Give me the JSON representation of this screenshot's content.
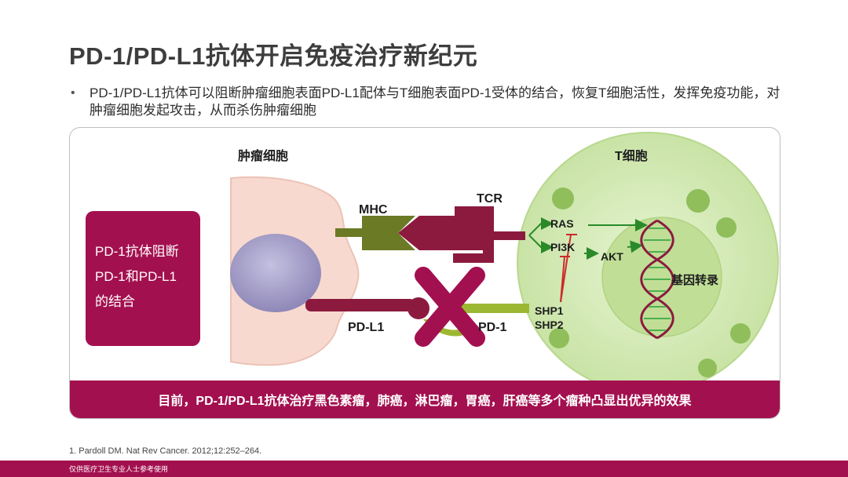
{
  "title": "PD-1/PD-L1抗体开启免疫治疗新纪元",
  "bullet": {
    "symbol": "•",
    "text": "PD-1/PD-L1抗体可以阻断肿瘤细胞表面PD-L1配体与T细胞表面PD-1受体的结合，恢复T细胞活性，发挥免疫功能，对肿瘤细胞发起攻击，从而杀伤肿瘤细胞"
  },
  "diagram": {
    "labels": {
      "tumor_cell": "肿瘤细胞",
      "t_cell": "T细胞",
      "mhc": "MHC",
      "tcr": "TCR",
      "pd_l1": "PD-L1",
      "pd_1": "PD-1",
      "ras": "RAS",
      "pi3k": "PI3K",
      "akt": "AKT",
      "shp1": "SHP1",
      "shp2": "SHP2",
      "gene_transcription": "基因转录"
    },
    "callout_lines": [
      "PD-1抗体阻断",
      "PD-1和PD-L1",
      "的结合"
    ],
    "banner": "目前，PD-1/PD-L1抗体治疗黑色素瘤，肺癌，淋巴瘤，胃癌，肝癌等多个瘤种凸显出优异的效果",
    "colors": {
      "brand": "#a3104f",
      "tumor_cell": "#f7d9cf",
      "nucleus": "#9e97c2",
      "mhc": "#6b7a25",
      "tcr": "#8c1a3e",
      "pd_1": "#9cb833",
      "t_cell": "#d4ebb6",
      "t_cell_nucleus": "#c0de96",
      "activation_arrow": "#2a8a2a",
      "inhibition": "#cc2a2a"
    }
  },
  "footnote": "1.    Pardoll DM.  Nat Rev Cancer. 2012;12:252–264.",
  "footer": "仅供医疗卫生专业人士参考使用"
}
